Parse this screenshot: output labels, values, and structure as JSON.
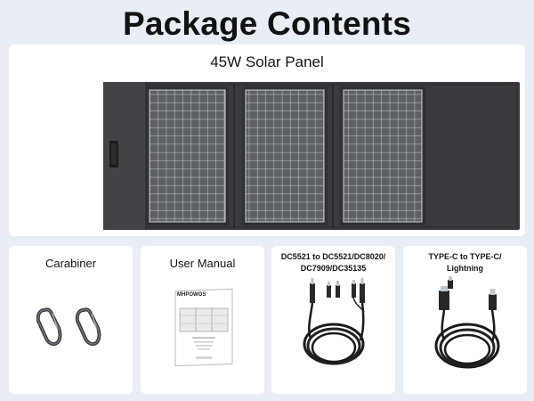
{
  "page": {
    "title": "Package Contents"
  },
  "panel": {
    "title": "45W Solar Panel"
  },
  "items": [
    {
      "label": "Carabiner"
    },
    {
      "label": "User Manual",
      "brand": "MHPOWOS"
    },
    {
      "label_line1": "DC5521 to DC5521/DC8020/",
      "label_line2": "DC7909/DC35135"
    },
    {
      "label_line1": "TYPE-C to TYPE-C/",
      "label_line2": "Lightning"
    }
  ]
}
